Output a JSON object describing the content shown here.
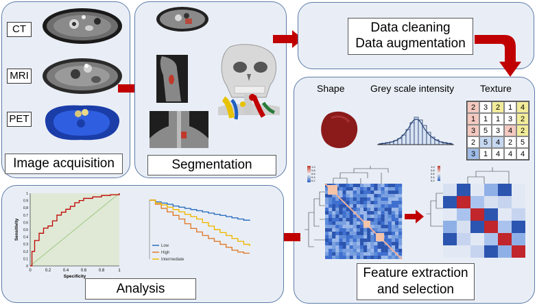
{
  "stages": {
    "acquisition": {
      "title": "Image acquisition",
      "modalities": [
        "CT",
        "MRI",
        "PET"
      ]
    },
    "segmentation": {
      "title": "Segmentation"
    },
    "cleaning": {
      "line1": "Data cleaning",
      "line2": "Data augmentation"
    },
    "features": {
      "title_line1": "Feature extraction",
      "title_line2": "and selection",
      "categories": [
        "Shape",
        "Grey scale intensity",
        "Texture"
      ],
      "texture_matrix": [
        [
          2,
          3,
          2,
          1,
          4
        ],
        [
          1,
          1,
          1,
          3,
          2
        ],
        [
          3,
          5,
          3,
          4,
          2
        ],
        [
          2,
          5,
          4,
          2,
          5
        ],
        [
          3,
          1,
          4,
          4,
          4
        ]
      ],
      "heatmap_scale": [
        "1.0",
        "0.8",
        "0.6",
        "0.4",
        "0.2"
      ]
    },
    "analysis": {
      "title": "Analysis"
    }
  },
  "colors": {
    "panel": "#e9eef6",
    "border": "#5b7aa6",
    "arrow": "#c00000"
  },
  "chart_data": [
    {
      "type": "line",
      "title": "",
      "xlabel": "Specificity",
      "ylabel": "Sensitivity",
      "xlim": [
        0,
        1
      ],
      "ylim": [
        0,
        1
      ],
      "xticks": [
        "0",
        "0.2",
        "0.4",
        "0.6",
        "0.8",
        "1"
      ],
      "yticks": [
        "0",
        "0.1",
        "0.2",
        "0.3",
        "0.4",
        "0.5",
        "0.6",
        "0.7",
        "0.8",
        "0.9",
        "1"
      ],
      "series": [
        {
          "values": [
            [
              0,
              0
            ],
            [
              0.02,
              0.2
            ],
            [
              0.05,
              0.35
            ],
            [
              0.1,
              0.45
            ],
            [
              0.15,
              0.52
            ],
            [
              0.2,
              0.55
            ],
            [
              0.25,
              0.62
            ],
            [
              0.3,
              0.7
            ],
            [
              0.35,
              0.74
            ],
            [
              0.4,
              0.78
            ],
            [
              0.45,
              0.82
            ],
            [
              0.5,
              0.87
            ],
            [
              0.55,
              0.9
            ],
            [
              0.6,
              0.93
            ],
            [
              0.7,
              0.95
            ],
            [
              0.8,
              0.97
            ],
            [
              0.9,
              0.98
            ],
            [
              1,
              1
            ]
          ]
        },
        {
          "values": [
            [
              0,
              0
            ],
            [
              1,
              1
            ]
          ]
        }
      ]
    },
    {
      "type": "line",
      "title": "",
      "xlabel": "",
      "ylabel": "",
      "ylim": [
        0,
        1
      ],
      "series": [
        {
          "name": "Low",
          "values": [
            1,
            0.97,
            0.95,
            0.93,
            0.9,
            0.88,
            0.86,
            0.84,
            0.82,
            0.8,
            0.78,
            0.76,
            0.74,
            0.72,
            0.7,
            0.68,
            0.66,
            0.65
          ]
        },
        {
          "name": "High",
          "values": [
            1,
            0.93,
            0.86,
            0.8,
            0.74,
            0.68,
            0.6,
            0.52,
            0.46,
            0.4,
            0.35,
            0.3,
            0.25,
            0.2,
            0.15,
            0.12,
            0.1,
            0.1
          ]
        },
        {
          "name": "Intermediate",
          "values": [
            1,
            0.95,
            0.92,
            0.88,
            0.84,
            0.8,
            0.76,
            0.72,
            0.68,
            0.62,
            0.56,
            0.5,
            0.45,
            0.4,
            0.35,
            0.3,
            0.25,
            0.22
          ]
        }
      ],
      "legend": "bottom-left"
    }
  ]
}
